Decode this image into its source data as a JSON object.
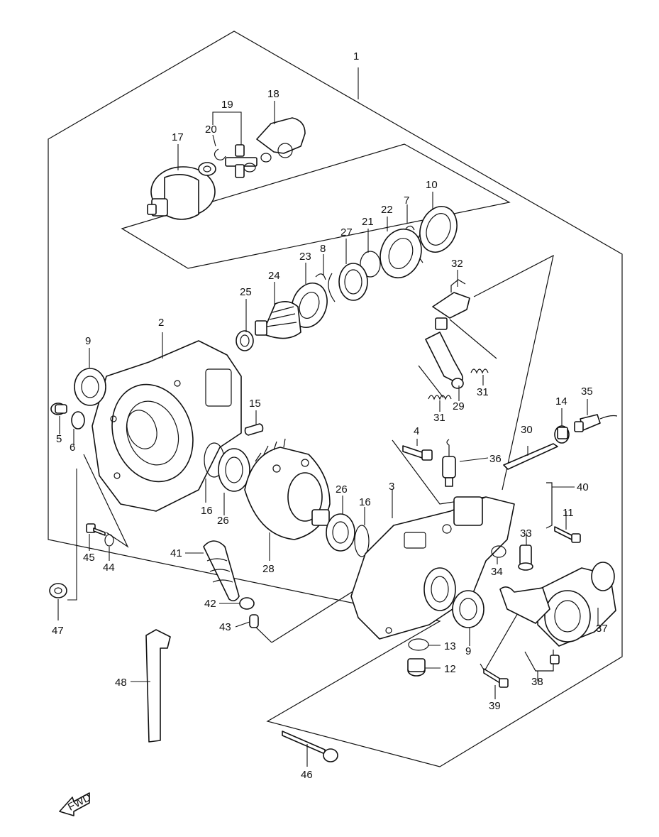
{
  "labels": {
    "n1": "1",
    "n2": "2",
    "n3": "3",
    "n4": "4",
    "n5": "5",
    "n6": "6",
    "n7": "7",
    "n8": "8",
    "n9a": "9",
    "n9b": "9",
    "n10": "10",
    "n11": "11",
    "n12": "12",
    "n13": "13",
    "n14": "14",
    "n15": "15",
    "n16a": "16",
    "n16b": "16",
    "n17": "17",
    "n18": "18",
    "n19": "19",
    "n20": "20",
    "n21": "21",
    "n22": "22",
    "n23": "23",
    "n24": "24",
    "n25": "25",
    "n26a": "26",
    "n26b": "26",
    "n27": "27",
    "n28": "28",
    "n29": "29",
    "n30": "30",
    "n31a": "31",
    "n31b": "31",
    "n32": "32",
    "n33": "33",
    "n34": "34",
    "n35": "35",
    "n36": "36",
    "n37": "37",
    "n38": "38",
    "n39": "39",
    "n40": "40",
    "n41": "41",
    "n42": "42",
    "n43": "43",
    "n44": "44",
    "n45": "45",
    "n46": "46",
    "n47": "47",
    "n48": "48"
  },
  "fwd_label": "FWD",
  "colors": {
    "line": "#111111",
    "background": "#ffffff"
  }
}
